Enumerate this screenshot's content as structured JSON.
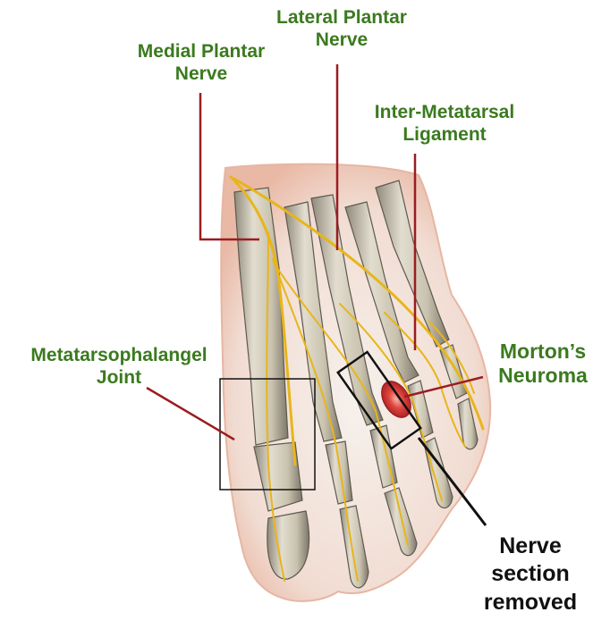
{
  "labels": {
    "lateral_plantar_nerve": {
      "line1": "Lateral Plantar",
      "line2": "Nerve"
    },
    "medial_plantar_nerve": {
      "line1": "Medial Plantar",
      "line2": "Nerve"
    },
    "inter_metatarsal_ligament": {
      "line1": "Inter-Metatarsal",
      "line2": "Ligament"
    },
    "metatarsophalangeal_joint": {
      "line1": "Metatarsophalangel",
      "line2": "Joint"
    },
    "mortons_neuroma": {
      "line1": "Morton’s",
      "line2": "Neuroma"
    },
    "nerve_section_removed": {
      "line1": "Nerve",
      "line2": "section",
      "line3": "removed"
    }
  },
  "colors": {
    "label_text": "#3b7a1f",
    "leader_line": "#9b1c22",
    "nerve": "#e8b51a",
    "bone": "#cdc6b3",
    "skin": "#f3cdbd",
    "neuroma": "#c9252b",
    "callout_box": "#111111"
  }
}
